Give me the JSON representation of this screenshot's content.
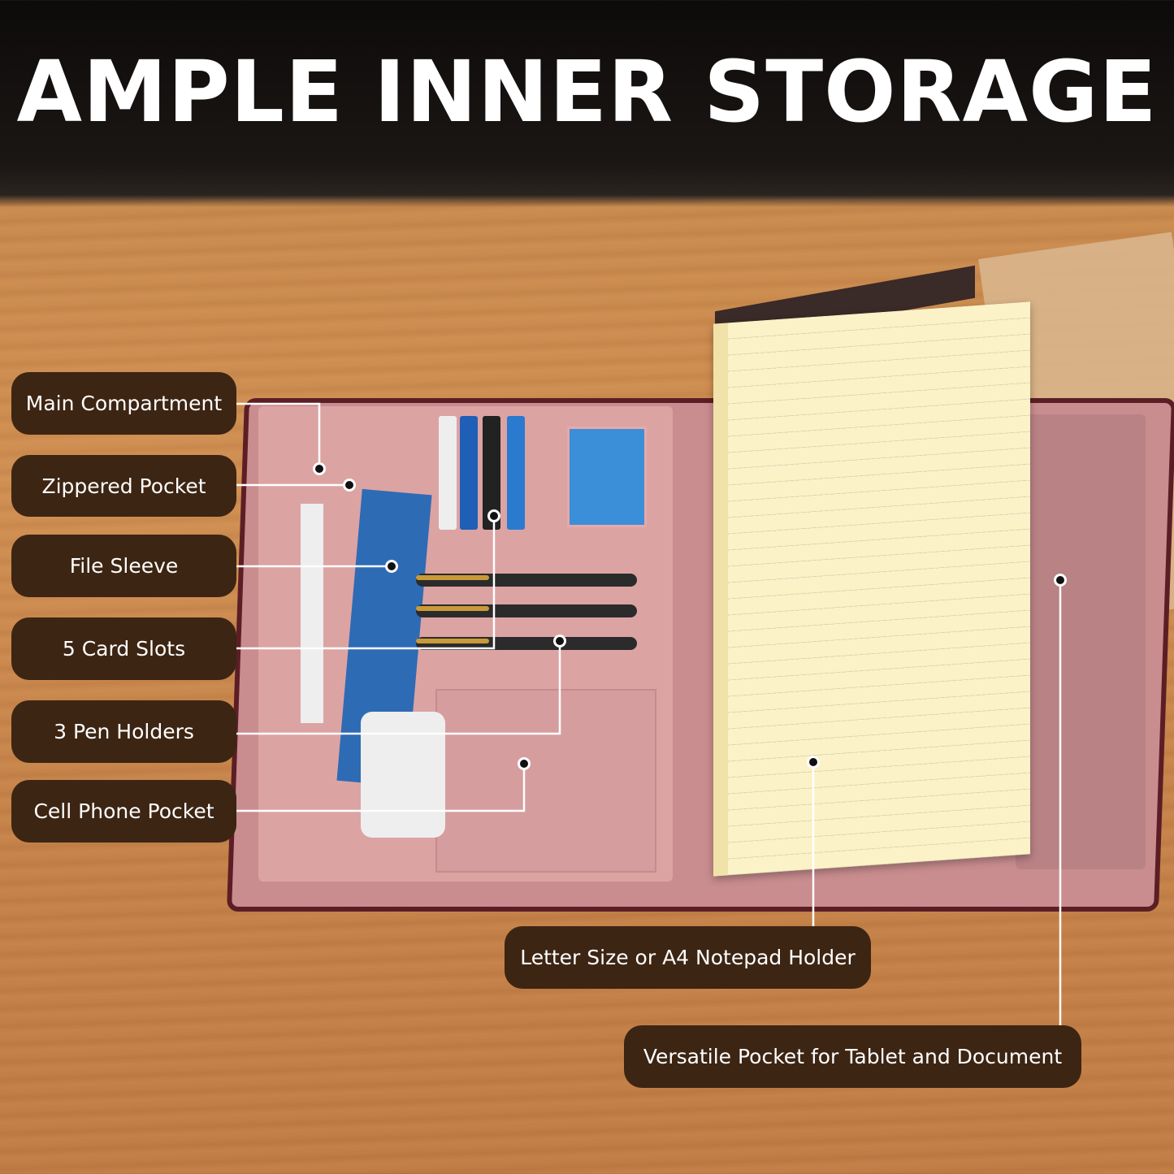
{
  "headline": "AMPLE INNER STORAGE",
  "callouts": {
    "main_compartment": "Main Compartment",
    "zippered_pocket": "Zippered Pocket",
    "file_sleeve": "File Sleeve",
    "card_slots": "5 Card Slots",
    "pen_holders": "3 Pen Holders",
    "cell_phone_pocket": "Cell Phone Pocket",
    "notepad_holder": "Letter Size or A4 Notepad Holder",
    "tablet_pocket": "Versatile Pocket for Tablet and Document"
  },
  "colors": {
    "label_bg": "#3d2513",
    "folio": "#dca3a3",
    "zipper": "#5c1e25"
  }
}
